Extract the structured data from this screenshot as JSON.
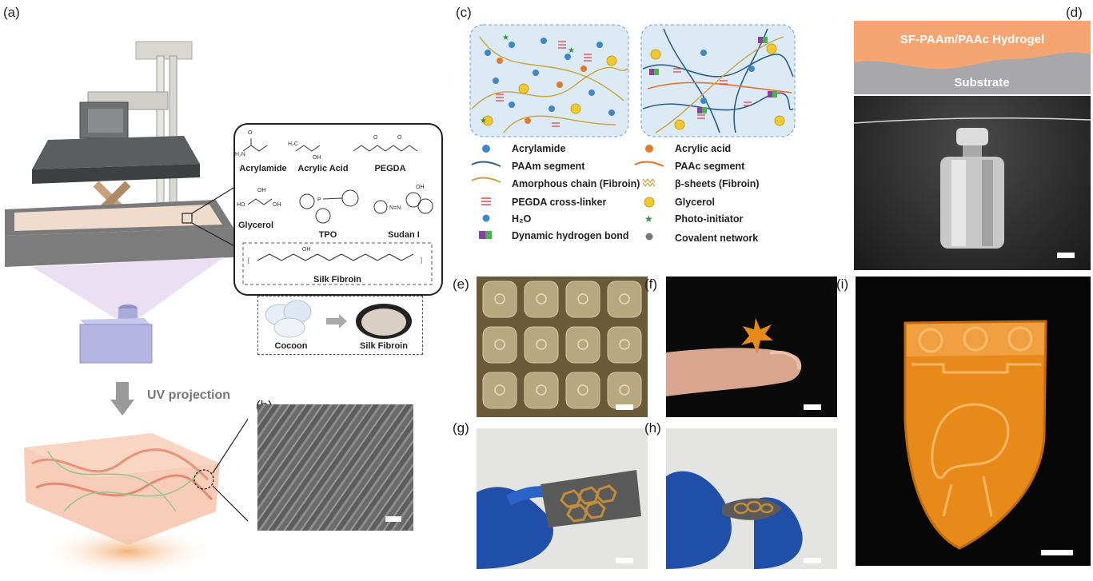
{
  "panels": {
    "a": "(a)",
    "b": "(b)",
    "c": "(c)",
    "d": "(d)",
    "e": "(e)",
    "f": "(f)",
    "g": "(g)",
    "h": "(h)",
    "i": "(i)"
  },
  "panel_a": {
    "uv_label": "UV projection",
    "chemicals": {
      "acrylamide": "Acrylamide",
      "acrylic_acid": "Acrylic Acid",
      "pegda": "PEGDA",
      "glycerol": "Glycerol",
      "tpo": "TPO",
      "sudan": "Sudan I",
      "silk_fibroin": "Silk Fibroin"
    },
    "cocoon": "Cocoon",
    "silk_fibroin_powder": "Silk Fibroin"
  },
  "panel_c": {
    "legend_left": [
      "Acrylamide",
      "PAAm segment",
      "Amorphous chain (Fibroin)",
      "PEGDA cross-linker",
      "H₂O",
      "Dynamic hydrogen bond"
    ],
    "legend_right": [
      "Acrylic acid",
      "PAAc segment",
      "β-sheets (Fibroin)",
      "Glycerol",
      "Photo-initiator",
      "Covalent network"
    ]
  },
  "panel_d": {
    "hydrogel": "SF-PAAm/PAAc  Hydrogel",
    "substrate": "Substrate"
  },
  "colors": {
    "hydrogel": "#f4a572",
    "substrate": "#a8a8ac",
    "acrylamide": "#3f86c8",
    "acrylic_acid": "#e07a2c",
    "paam": "#2d5f8a",
    "paac": "#e8702a",
    "fibroin": "#c9a23a",
    "pegda": "#e0393a",
    "glycerol": "#f0c830",
    "initiator": "#3b8f4a",
    "hbond_a": "#8a3ea8",
    "hbond_b": "#4caf50",
    "hydrogel_print": "#e88a1a"
  }
}
